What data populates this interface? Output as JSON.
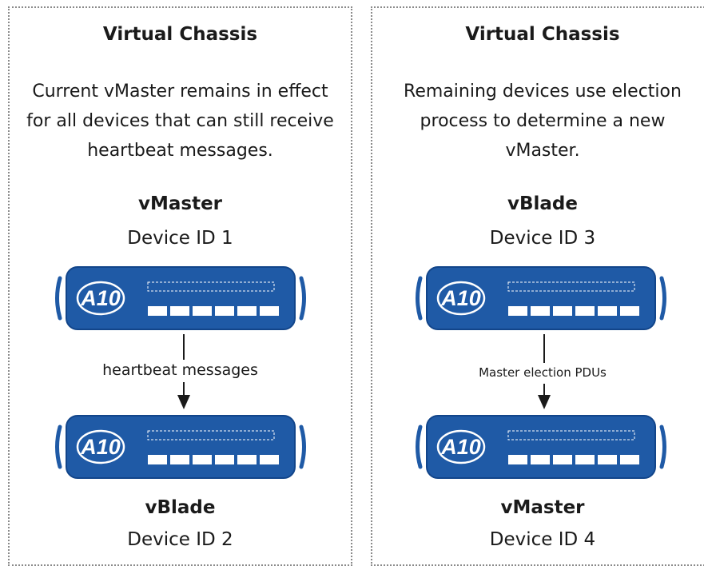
{
  "panels": [
    {
      "title": "Virtual Chassis",
      "description_lines": [
        "Current vMaster remains in effect",
        "for all devices that can still receive",
        "heartbeat messages."
      ],
      "top_device": {
        "role": "vMaster",
        "id": "Device ID 1"
      },
      "connector_label": "heartbeat messages",
      "bottom_device": {
        "role": "vBlade",
        "id": "Device ID 2"
      }
    },
    {
      "title": "Virtual Chassis",
      "description_lines": [
        "Remaining devices use election",
        "process to determine a new",
        "vMaster."
      ],
      "top_device": {
        "role": "vBlade",
        "id": "Device ID 3"
      },
      "connector_label": "Master election PDUs",
      "bottom_device": {
        "role": "vMaster",
        "id": "Device ID 4"
      }
    }
  ],
  "colors": {
    "device_blue": "#1f5aa6",
    "device_dark": "#12458a",
    "border": "#8a8a8a"
  },
  "icons": {
    "device": "a10-chassis-device-icon",
    "arrow": "arrow-down-icon"
  }
}
